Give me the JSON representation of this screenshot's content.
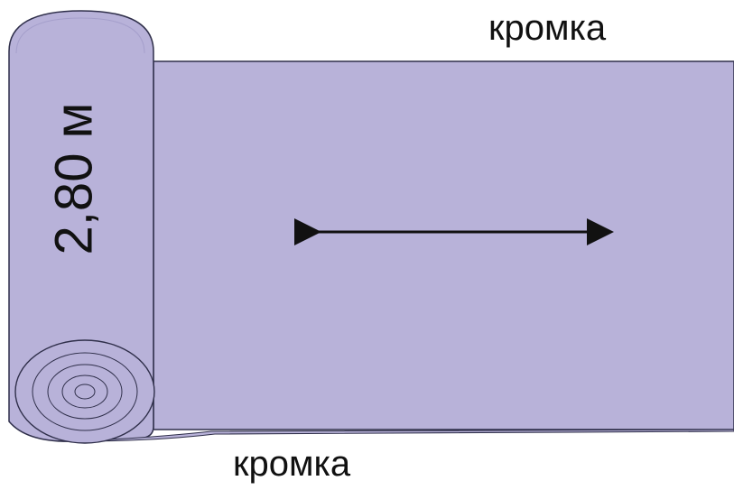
{
  "labels": {
    "top_edge": "кромка",
    "bottom_edge": "кромка",
    "roll_width": "2,80 м"
  },
  "colors": {
    "fabric_fill": "#b8b2d9",
    "outline": "#2f2f4a",
    "arrow": "#111111",
    "text": "#111111"
  }
}
